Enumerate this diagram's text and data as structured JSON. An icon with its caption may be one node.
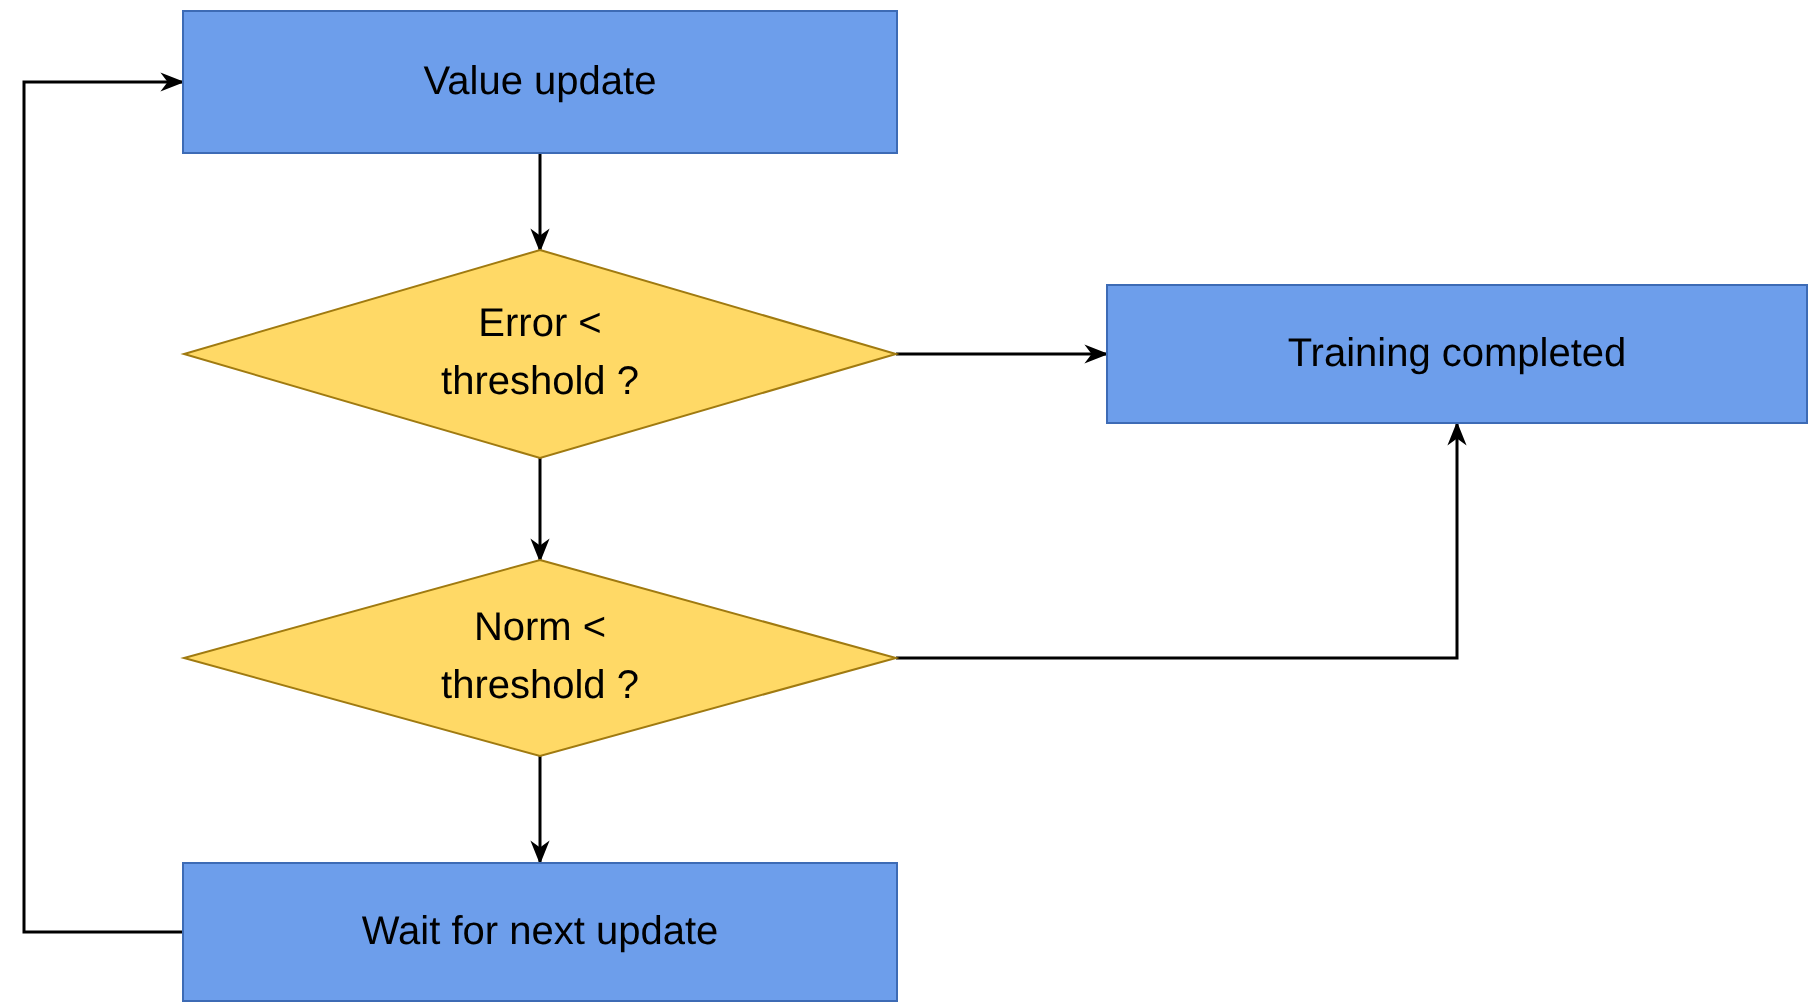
{
  "diagram": {
    "nodes": [
      {
        "text": [
          "Value update"
        ]
      },
      {
        "text": [
          "Error < threshold ?"
        ]
      },
      {
        "text": [
          "Training completed"
        ]
      },
      {
        "text": [
          "Norm < threshold ?"
        ]
      },
      {
        "text": [
          "Wait for next update"
        ]
      }
    ],
    "edges": [
      {
        "from": 0,
        "to": 1,
        "arrow": "to"
      },
      {
        "from": 1,
        "to": 2,
        "arrow": "to"
      },
      {
        "from": 1,
        "to": 3,
        "arrow": "to"
      },
      {
        "from": 3,
        "to": 2,
        "arrow": "to"
      },
      {
        "from": 3,
        "to": 4,
        "arrow": "to"
      },
      {
        "from": 4,
        "to": 0,
        "arrow": "to"
      }
    ]
  }
}
